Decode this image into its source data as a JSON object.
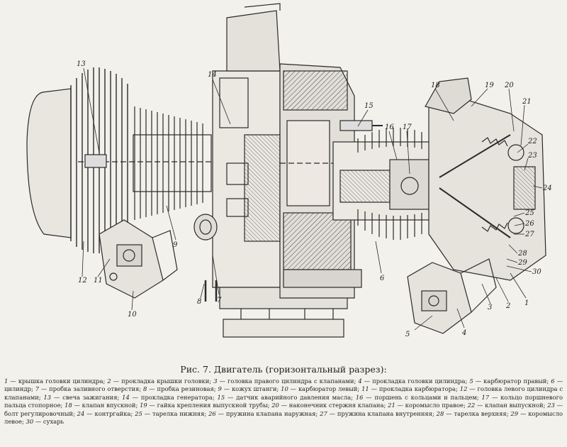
{
  "figure": {
    "callouts": [
      {
        "id": "13",
        "label": "13"
      },
      {
        "id": "14",
        "label": "14"
      },
      {
        "id": "15",
        "label": "15"
      },
      {
        "id": "16",
        "label": "16"
      },
      {
        "id": "17",
        "label": "17"
      },
      {
        "id": "18",
        "label": "18"
      },
      {
        "id": "19",
        "label": "19"
      },
      {
        "id": "20",
        "label": "20"
      },
      {
        "id": "21",
        "label": "21"
      },
      {
        "id": "22",
        "label": "22"
      },
      {
        "id": "23",
        "label": "23"
      },
      {
        "id": "24",
        "label": "24"
      },
      {
        "id": "25",
        "label": "25"
      },
      {
        "id": "26",
        "label": "26"
      },
      {
        "id": "27",
        "label": "27"
      },
      {
        "id": "28",
        "label": "28"
      },
      {
        "id": "29",
        "label": "29"
      },
      {
        "id": "30",
        "label": "30"
      },
      {
        "id": "1",
        "label": "1"
      },
      {
        "id": "2",
        "label": "2"
      },
      {
        "id": "3",
        "label": "3"
      },
      {
        "id": "4",
        "label": "4"
      },
      {
        "id": "5",
        "label": "5"
      },
      {
        "id": "6",
        "label": "6"
      },
      {
        "id": "7",
        "label": "7"
      },
      {
        "id": "8",
        "label": "8"
      },
      {
        "id": "9",
        "label": "9"
      },
      {
        "id": "10",
        "label": "10"
      },
      {
        "id": "11",
        "label": "11"
      },
      {
        "id": "12",
        "label": "12"
      }
    ]
  },
  "caption": "Рис. 7. Двигатель (горизонтальный разрез):",
  "legend": [
    {
      "n": "1",
      "text": "крышка головки цилиндра;"
    },
    {
      "n": "2",
      "text": "прокладка крышки головки;"
    },
    {
      "n": "3",
      "text": "головка правого цилиндра с клапанами;"
    },
    {
      "n": "4",
      "text": "прокладка головки цилиндра;"
    },
    {
      "n": "5",
      "text": "карбюратор правый;"
    },
    {
      "n": "6",
      "text": "цилиндр;"
    },
    {
      "n": "7",
      "text": "пробка заливного отверстия;"
    },
    {
      "n": "8",
      "text": "пробка резиновая;"
    },
    {
      "n": "9",
      "text": "кожух штанги;"
    },
    {
      "n": "10",
      "text": "карбюратор левый;"
    },
    {
      "n": "11",
      "text": "прокладка карбюратора;"
    },
    {
      "n": "12",
      "text": "головка левого цилиндра с клапанами;"
    },
    {
      "n": "13",
      "text": "свеча зажигания;"
    },
    {
      "n": "14",
      "text": "прокладка генератора;"
    },
    {
      "n": "15",
      "text": "датчик аварийного давления масла;"
    },
    {
      "n": "16",
      "text": "поршень с кольцами и пальцем;"
    },
    {
      "n": "17",
      "text": "кольцо поршневого пальца стопорное;"
    },
    {
      "n": "18",
      "text": "клапан впускной;"
    },
    {
      "n": "19",
      "text": "гайка крепления выпускной трубы;"
    },
    {
      "n": "20",
      "text": "наконечник стержня клапана;"
    },
    {
      "n": "21",
      "text": "коромысло правое;"
    },
    {
      "n": "22",
      "text": "клапан выпускной;"
    },
    {
      "n": "23",
      "text": "болт регулировочный;"
    },
    {
      "n": "24",
      "text": "контргайка;"
    },
    {
      "n": "25",
      "text": "тарелка нижняя;"
    },
    {
      "n": "26",
      "text": "пружина клапана наружная;"
    },
    {
      "n": "27",
      "text": "пружина клапана внутренняя;"
    },
    {
      "n": "28",
      "text": "тарелка верхняя;"
    },
    {
      "n": "29",
      "text": "коромысло левое;"
    },
    {
      "n": "30",
      "text": "сухарь"
    }
  ]
}
